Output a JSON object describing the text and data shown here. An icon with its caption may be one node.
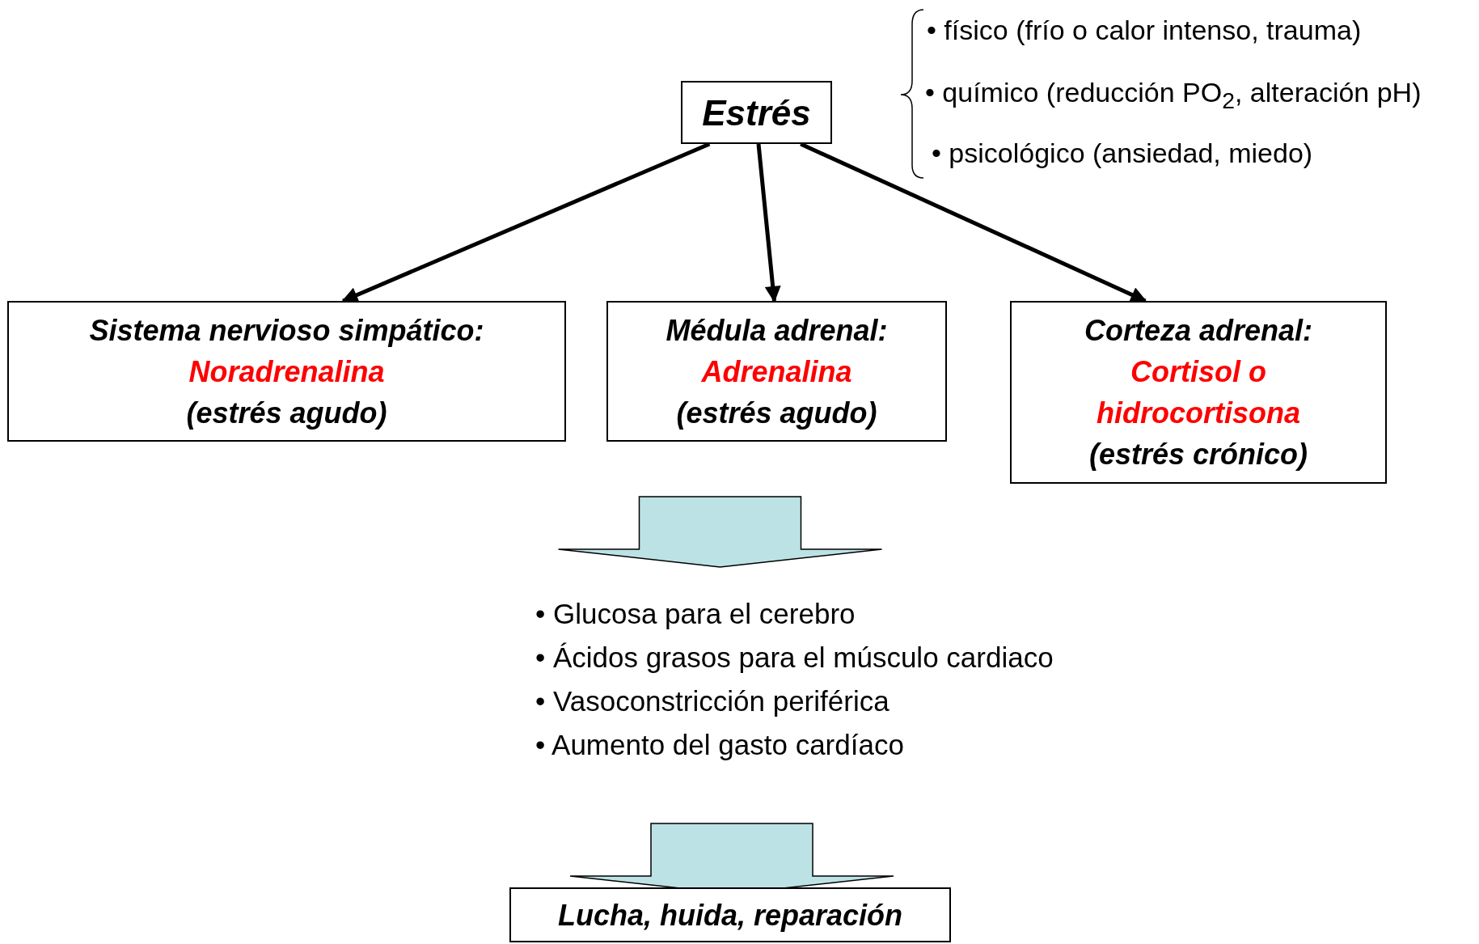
{
  "diagram": {
    "nodes": [
      {
        "text": [
          "Estrés"
        ]
      },
      {
        "text": [
          "Sistema nervioso simpático:",
          "Noradrenalina",
          "(estrés agudo)"
        ]
      },
      {
        "text": [
          "Médula adrenal:",
          "Adrenalina",
          "(estrés agudo)"
        ]
      },
      {
        "text": [
          "Corteza adrenal:",
          "Cortisol o hidrocortisona",
          "(estrés crónico)"
        ]
      },
      {
        "text": [
          "• Glucosa para el cerebro",
          "• Ácidos grasos para el músculo cardiaco",
          "• Vasoconstricción periférica",
          "• Aumento del gasto cardíaco"
        ]
      },
      {
        "text": [
          "Lucha, huida, reparación"
        ]
      }
    ],
    "edges": [
      {
        "from": 0,
        "to": 1,
        "arrow": "to"
      },
      {
        "from": 0,
        "to": 2,
        "arrow": "to"
      },
      {
        "from": 0,
        "to": 3,
        "arrow": "to"
      },
      {
        "from": 2,
        "to": 4,
        "arrow": "to",
        "style": "thick",
        "color": "#bde2e5"
      },
      {
        "from": 4,
        "to": 5,
        "arrow": "to",
        "style": "thick",
        "color": "#bde2e5"
      }
    ],
    "labels": [
      "• físico (frío o calor intenso, trauma)",
      "• químico (reducción PO$_{2}$, alteración pH)",
      "• psicológico (ansiedad, miedo)"
    ]
  }
}
